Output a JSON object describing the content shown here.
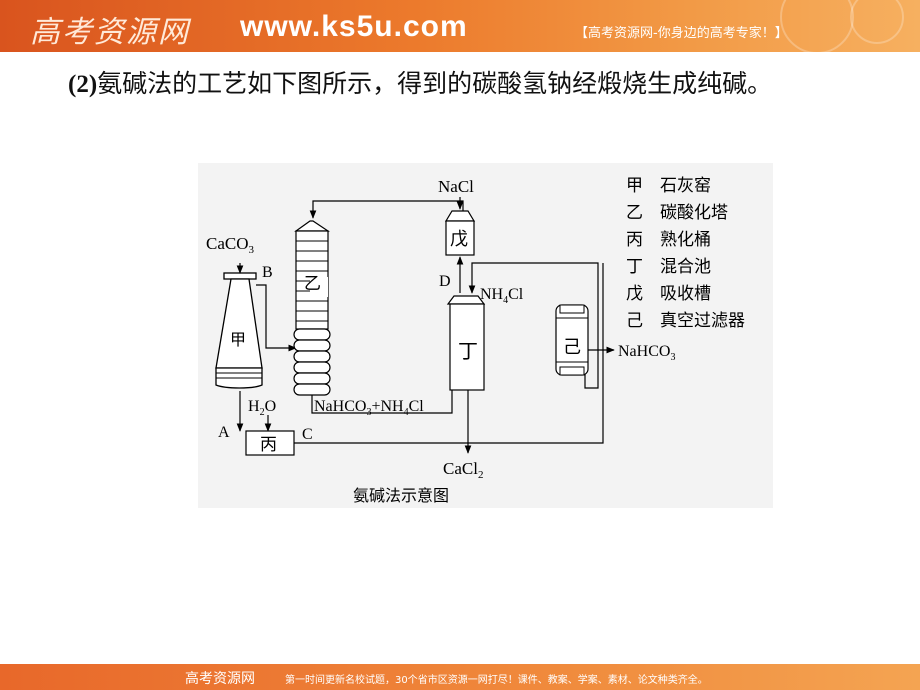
{
  "banner": {
    "logo": "高考资源网",
    "url": "www.ks5u.com",
    "slogan": "【高考资源网-你身边的高考专家！】"
  },
  "question": {
    "number": "(2)",
    "text": "氨碱法的工艺如下图所示，得到的碳酸氢钠经煅烧生成纯碱。"
  },
  "diagram": {
    "caption": "氨碱法示意图",
    "units": {
      "jia": "甲",
      "yi": "乙",
      "bing": "丙",
      "ding": "丁",
      "wu": "戊",
      "ji": "己"
    },
    "labels": {
      "caco3": "CaCO",
      "caco3_sub": "3",
      "b": "B",
      "a": "A",
      "c": "C",
      "d": "D",
      "h2o_h": "H",
      "h2o_sub": "2",
      "h2o_o": "O",
      "nacl": "NaCl",
      "nh4cl_a": "NH",
      "nh4cl_sub": "4",
      "nh4cl_b": "Cl",
      "nahco3_out": "NaHCO",
      "nahco3_out_sub": "3",
      "mix_a": "NaHCO",
      "mix_sub1": "3",
      "mix_b": "+NH",
      "mix_sub2": "4",
      "mix_c": "Cl",
      "cacl2": "CaCl",
      "cacl2_sub": "2"
    },
    "legend": [
      {
        "key": "甲",
        "name": "石灰窑"
      },
      {
        "key": "乙",
        "name": "碳酸化塔"
      },
      {
        "key": "丙",
        "name": "熟化桶"
      },
      {
        "key": "丁",
        "name": "混合池"
      },
      {
        "key": "戊",
        "name": "吸收槽"
      },
      {
        "key": "己",
        "name": "真空过滤器"
      }
    ]
  },
  "footer": {
    "logo": "高考资源网",
    "text": "第一时间更新名校试题，30个省市区资源一网打尽！课件、教案、学案、素材、论文种类齐全。"
  }
}
